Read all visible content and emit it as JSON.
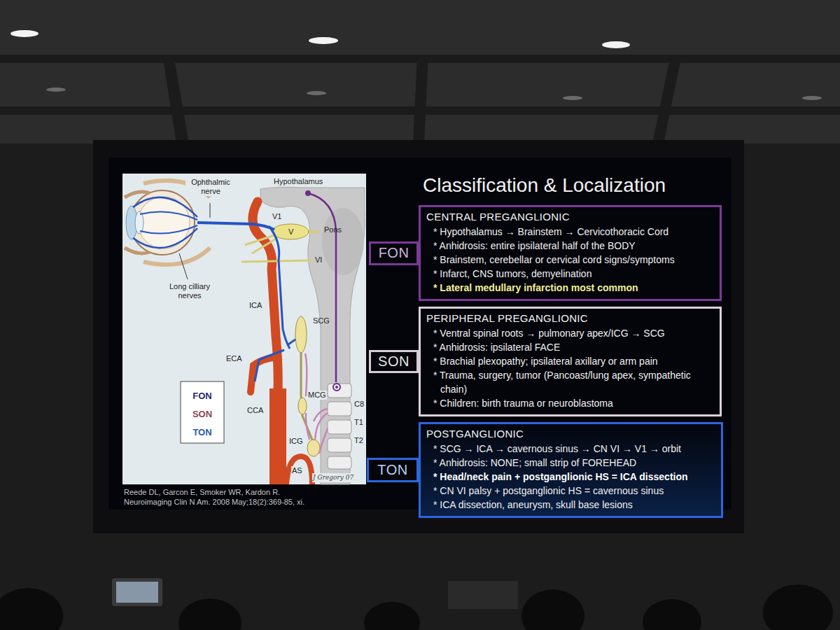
{
  "diagram": {
    "title": "Classification & Localization",
    "nodes": [
      {
        "text": [
          "FON"
        ]
      },
      {
        "text": [
          "CENTRAL PREGANGLIONIC",
          "* Hypothalamus → Brainstem → Cervicothoracic Cord",
          "* Anhidrosis: entire ipsilateral half of the BODY",
          "* Brainstem, cerebellar or cervical cord signs/symptoms",
          "* Infarct, CNS tumors, demyelination",
          "* Lateral medullary infarction most common"
        ]
      },
      {
        "text": [
          "SON"
        ]
      },
      {
        "text": [
          "PERIPHERAL PREGANGLIONIC",
          "* Ventral spinal roots → pulmonary apex/ICG → SCG",
          "* Anhidrosis: ipsilateral FACE",
          "* Brachial plexopathy; ipsilateral axillary or arm pain",
          "* Trauma, surgery, tumor (Pancoast/lung apex, sympathetic chain)",
          "* Children: birth trauma or neuroblastoma"
        ]
      },
      {
        "text": [
          "TON"
        ]
      },
      {
        "text": [
          "POSTGANGLIONIC",
          "* SCG → ICA → cavernous sinus → CN VI → V1 → orbit",
          "* Anhidrosis: NONE; small strip of FOREHEAD",
          "* Head/neck pain + postganglionic HS = ICA dissection",
          "* CN VI palsy + postganglionic HS = cavernous sinus",
          "* ICA dissection, aneurysm, skull base lesions"
        ]
      }
    ],
    "labels": [
      "Ophthalmic nerve",
      "Hypothalamus",
      "V1",
      "Pons",
      "V",
      "VI",
      "Long cilliary nerves",
      "ICA",
      "SCG",
      "ECA",
      "MCG",
      "CCA",
      "C8",
      "T1",
      "ICG",
      "T2",
      "AS",
      "J Gregory 07",
      "Reede DL, Garcon E, Smoker WR, Kardon R.",
      "Neuroimaging Clin N Am. 2008 May;18(2):369-85, xi."
    ],
    "legend": [
      {
        "text": "FON",
        "color": "#2b2a6b"
      },
      {
        "text": "SON",
        "color": "#8a4658"
      },
      {
        "text": "TON",
        "color": "#2a5cb0"
      }
    ]
  }
}
